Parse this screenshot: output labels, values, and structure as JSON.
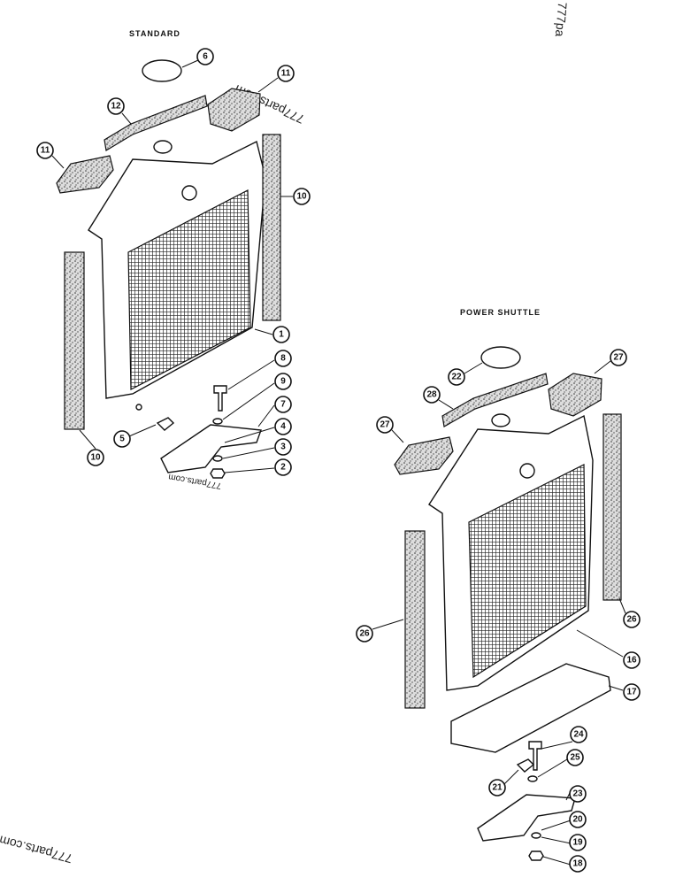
{
  "sections": {
    "standard": {
      "title": "STANDARD"
    },
    "power_shuttle": {
      "title": "POWER SHUTTLE"
    }
  },
  "watermarks": [
    "777parts.com",
    "777pa",
    "777parts.com",
    "777parts.com"
  ],
  "callouts": {
    "standard": [
      "6",
      "11",
      "12",
      "11",
      "10",
      "1",
      "8",
      "9",
      "7",
      "4",
      "5",
      "3",
      "2",
      "10"
    ],
    "power_shuttle": [
      "22",
      "27",
      "28",
      "27",
      "26",
      "26",
      "16",
      "17",
      "24",
      "25",
      "21",
      "23",
      "20",
      "19",
      "18"
    ]
  }
}
